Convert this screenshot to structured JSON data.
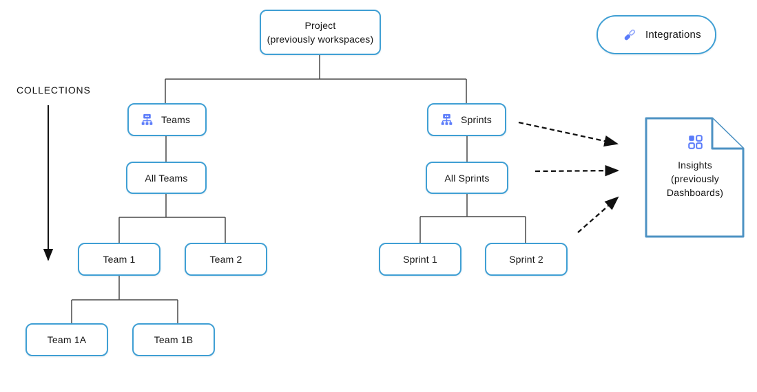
{
  "collections": {
    "label": "COLLECTIONS"
  },
  "nodes": {
    "project": {
      "line1": "Project",
      "line2": "(previously workspaces)"
    },
    "integrations": {
      "label": "Integrations",
      "icon": "link-icon"
    },
    "teams": {
      "label": "Teams",
      "icon": "org-chart-icon"
    },
    "sprints": {
      "label": "Sprints",
      "icon": "org-chart-icon"
    },
    "all_teams": {
      "label": "All Teams"
    },
    "all_sprints": {
      "label": "All Sprints"
    },
    "team1": {
      "label": "Team 1"
    },
    "team2": {
      "label": "Team 2"
    },
    "sprint1": {
      "label": "Sprint 1"
    },
    "sprint2": {
      "label": "Sprint 2"
    },
    "team1a": {
      "label": "Team 1A"
    },
    "team1b": {
      "label": "Team 1B"
    },
    "insights": {
      "line1": "Insights",
      "line2": "(previously",
      "line3": "Dashboards)",
      "icon": "dashboard-grid-icon"
    }
  },
  "colors": {
    "node_border": "#3f9fd4",
    "document_border": "#4d92c3",
    "icon_accent": "#5b7cfa",
    "icon_accent_light": "#96abfb",
    "connector": "#484848",
    "arrow": "#111111"
  }
}
